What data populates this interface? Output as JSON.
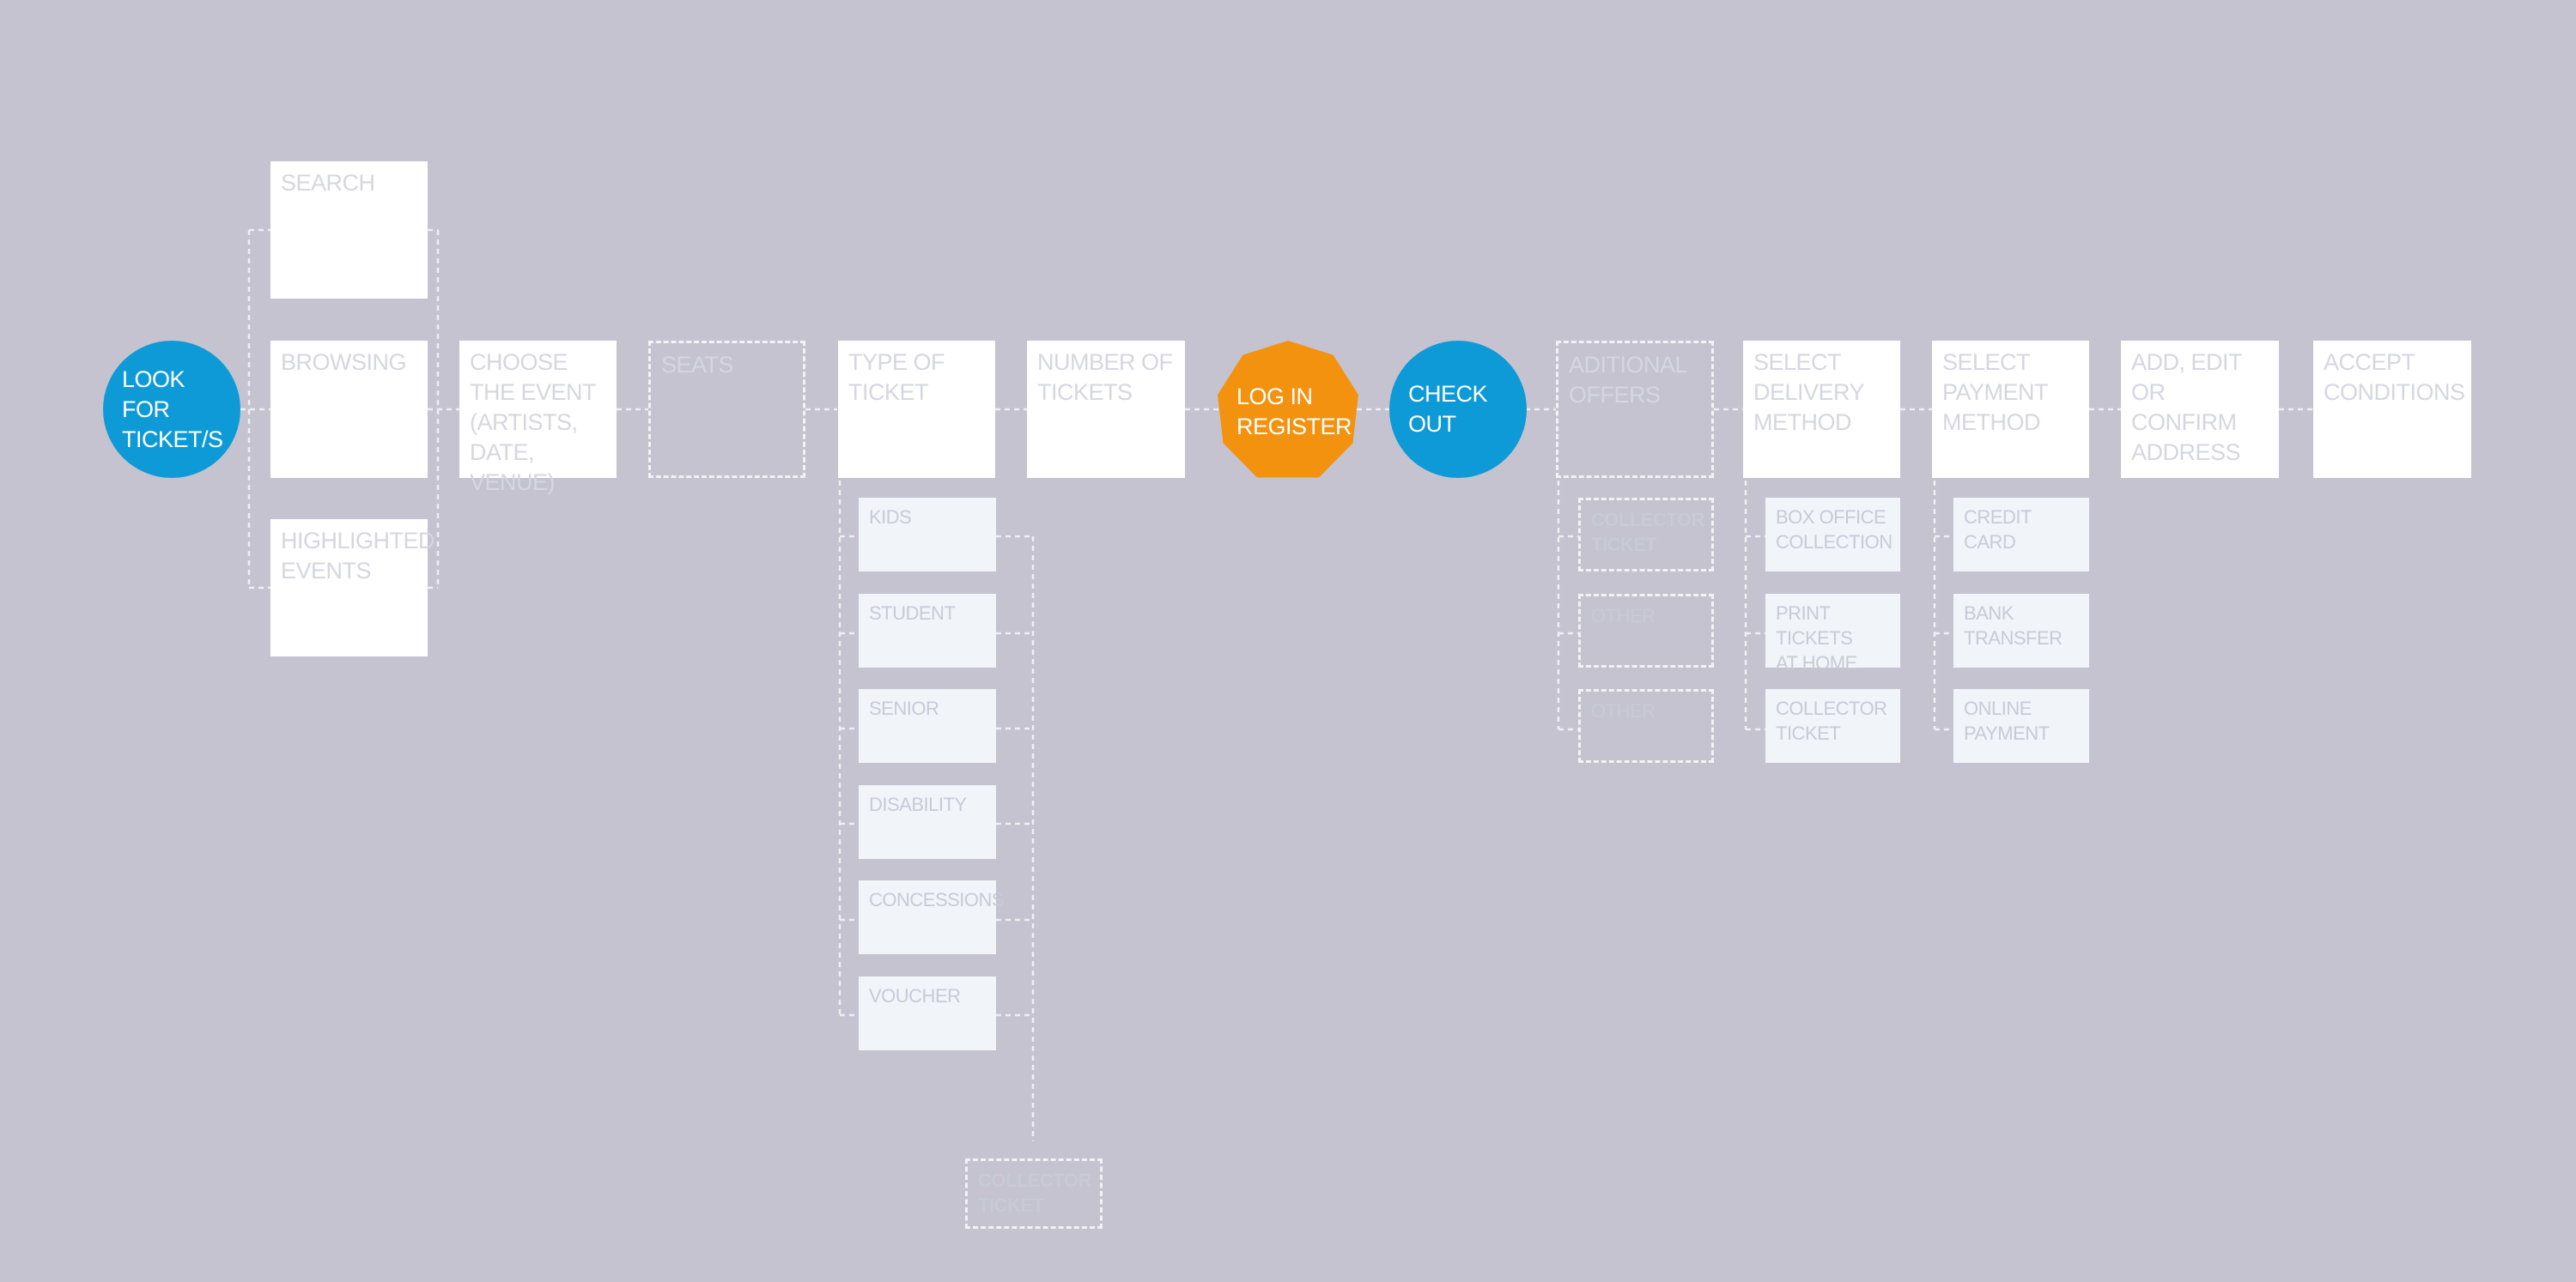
{
  "main_flow": {
    "look_for_tickets": "LOOK\nFOR\nTICKET/S",
    "search": "SEARCH",
    "browsing": "BROWSING",
    "highlighted_events": "HIGHLIGHTED\nEVENTS",
    "choose_event": "CHOOSE\nTHE EVENT\n(ARTISTS,\nDATE, VENUE)",
    "seats": "SEATS",
    "type_of_ticket": "TYPE OF\nTICKET",
    "number_of_tickets": "NUMBER OF\nTICKETS",
    "log_in_register": "LOG IN\nREGISTER",
    "check_out": "CHECK\nOUT",
    "aditional_offers": "ADITIONAL\nOFFERS",
    "select_delivery": "SELECT\nDELIVERY\nMETHOD",
    "select_payment": "SELECT\nPAYMENT\nMETHOD",
    "address": "ADD, EDIT\nOR CONFIRM\nADDRESS",
    "accept_conditions": "ACCEPT\nCONDITIONS"
  },
  "ticket_types": [
    "KIDS",
    "STUDENT",
    "SENIOR",
    "DISABILITY",
    "CONCESSIONS",
    "VOUCHER"
  ],
  "ticket_collector": "COLLECTOR\nTICKET",
  "offers": [
    "COLLECTOR\nTICKET",
    "OTHER",
    "OTHER"
  ],
  "delivery_methods": [
    "BOX OFFICE\nCOLLECTION",
    "PRINT TICKETS\nAT HOME",
    "COLLECTOR\nTICKET"
  ],
  "payment_methods": [
    "CREDIT\nCARD",
    "BANK\nTRANSFER",
    "ONLINE\nPAYMENT"
  ],
  "colors": {
    "background": "#c4c3cf",
    "start_circle": "#0e9ad6",
    "login_octagon": "#f2920f",
    "box": "#ffffff",
    "sub_box": "#f1f4f9",
    "muted_text": "#d6d6e0",
    "dark_text": "#6f6c79"
  }
}
